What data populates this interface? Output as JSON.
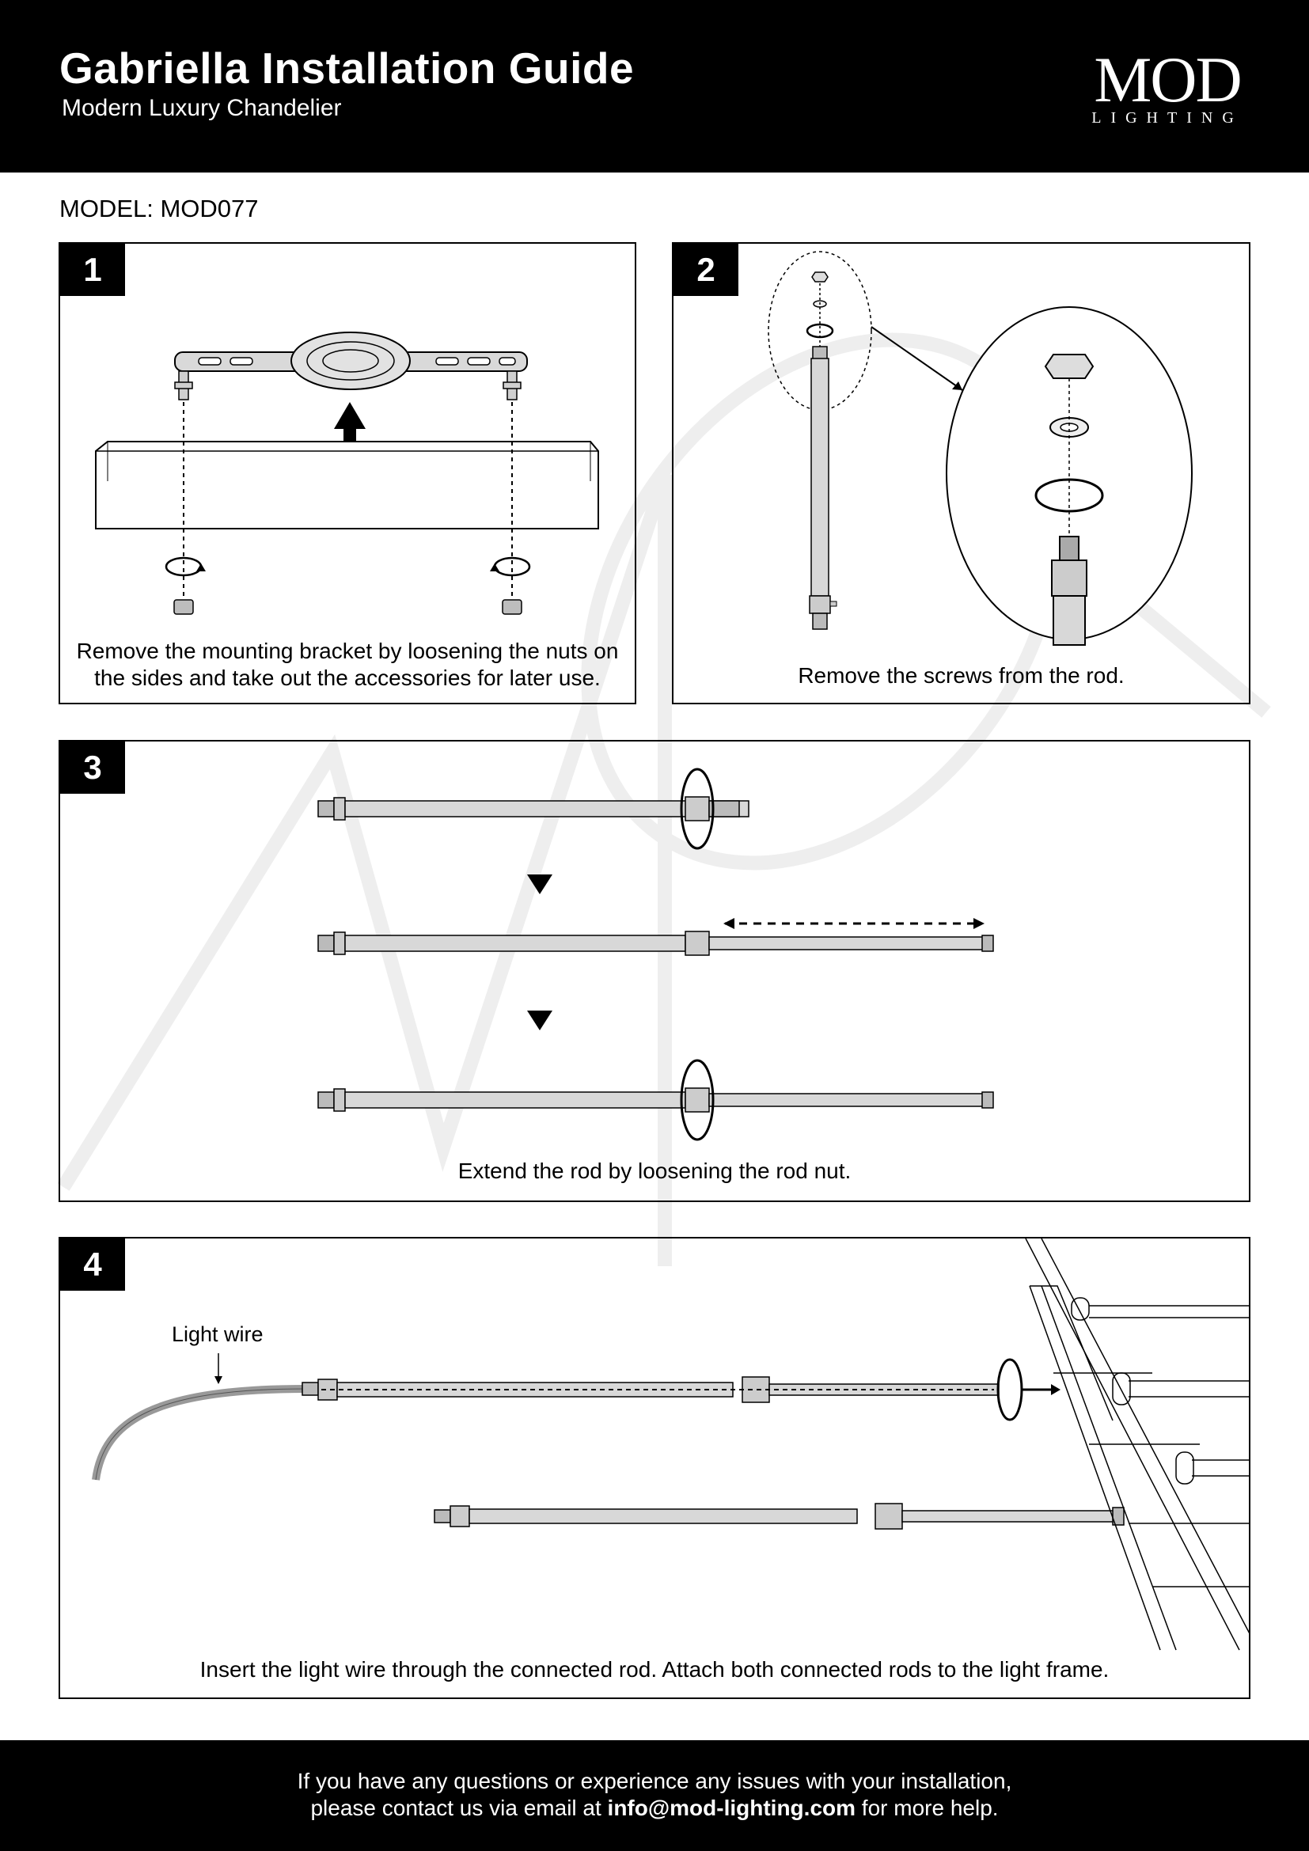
{
  "header": {
    "title": "Gabriella Installation Guide",
    "subtitle": "Modern Luxury Chandelier",
    "logo_main": "MOD",
    "logo_sub": "LIGHTING"
  },
  "model": "MODEL: MOD077",
  "steps": [
    {
      "number": "1",
      "caption_line1": "Remove the mounting bracket by loosening the nuts on",
      "caption_line2": "the sides and take out the accessories for later use."
    },
    {
      "number": "2",
      "caption": "Remove the screws from the rod."
    },
    {
      "number": "3",
      "caption": "Extend the rod by loosening the rod nut."
    },
    {
      "number": "4",
      "label": "Light wire",
      "caption": "Insert the light wire through the connected rod. Attach both connected rods to the light frame."
    }
  ],
  "footer": {
    "line1": "If you have any questions or experience any issues with your installation,",
    "line2_prefix": "please contact us via email at ",
    "email": "info@mod-lighting.com",
    "line2_suffix": " for more help."
  },
  "colors": {
    "header_bg": "#000000",
    "rod_fill": "#d6d6d6",
    "watermark": "#f2f2f2"
  },
  "icons": [
    "rotate-arrow-icon",
    "arrow-up-icon",
    "down-triangle-icon",
    "dashed-double-arrow-icon"
  ]
}
